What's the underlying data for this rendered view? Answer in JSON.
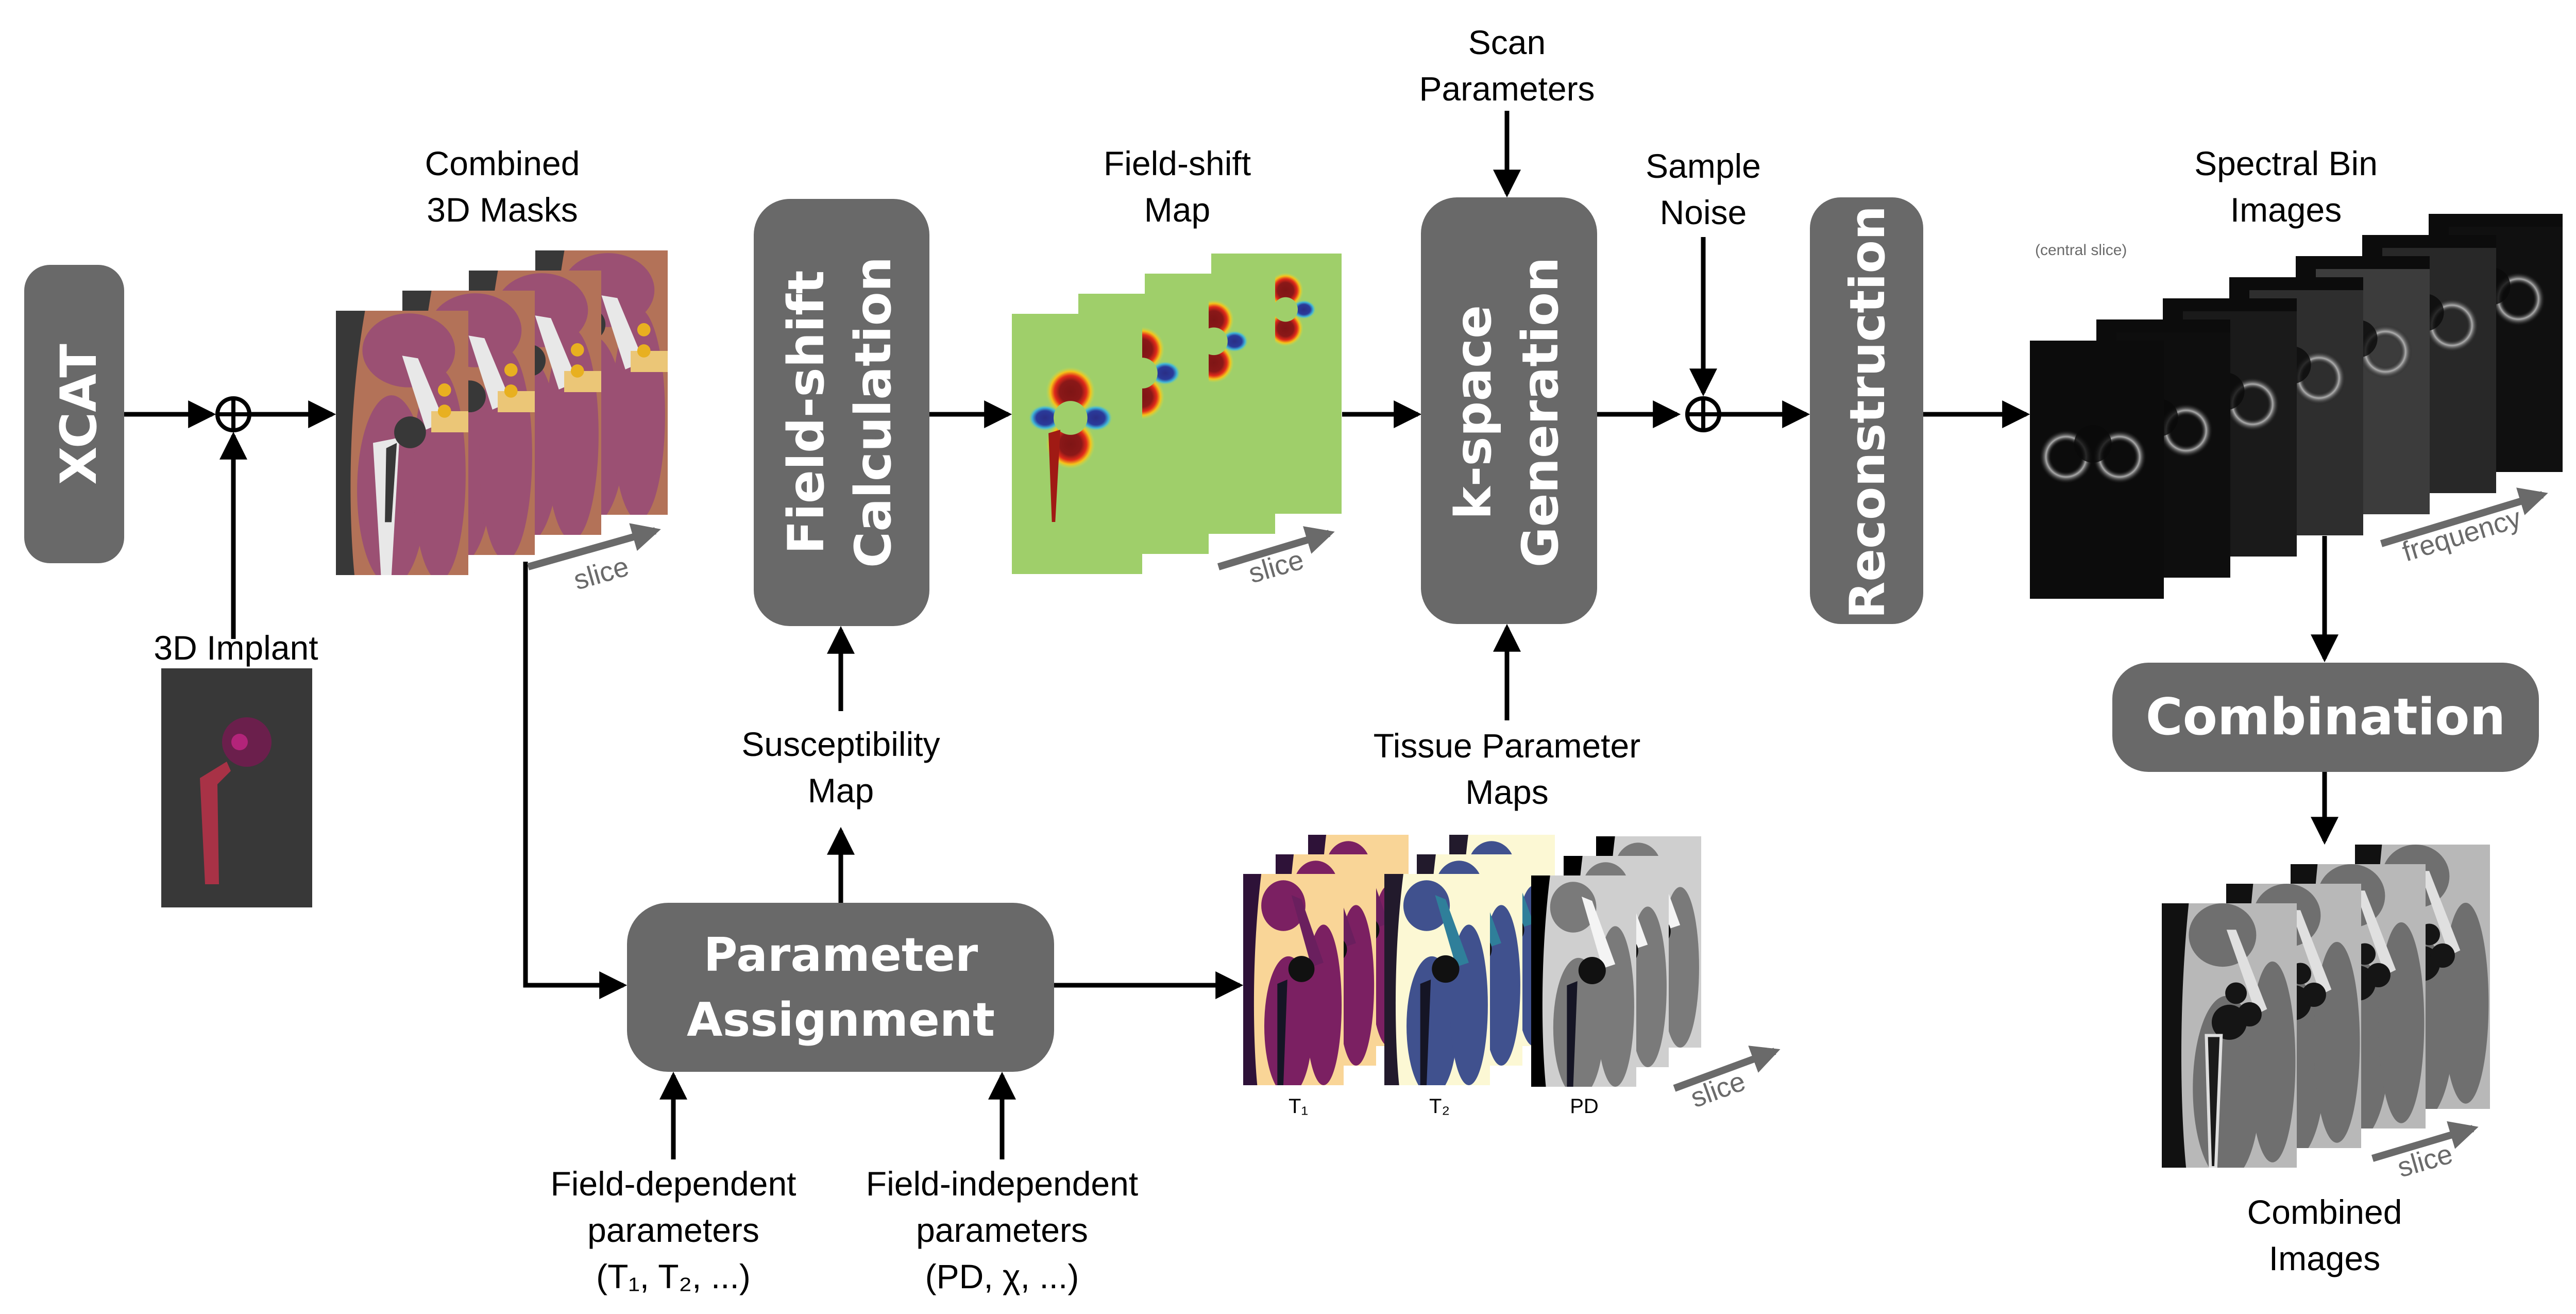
{
  "colors": {
    "box_fill": "#696969",
    "box_text": "#ffffff",
    "line": "#000000",
    "axis_arrow": "#6a6a6a",
    "mask_muscle": "#9b5073",
    "mask_fat": "#b37258",
    "mask_bone": "#e8e8e8",
    "mask_background": "#383838",
    "mask_vessel": "#e8b020",
    "fieldmap_background": "#9fcf6a",
    "fieldmap_positive": "#7e1515",
    "fieldmap_negative": "#2a2e86",
    "implant": "#a83246",
    "t1_fat": "#f9d597",
    "t1_muscle": "#7b2062",
    "t2_muscle": "#40518e",
    "t2_fat": "#fcf8d4",
    "pd_muscle": "#7a7a7a",
    "pd_fat": "#cfcfcf"
  },
  "blocks": {
    "xcat": "XCAT",
    "field_shift_line1": "Field-shift",
    "field_shift_line2": "Calculation",
    "kspace_line1": "k-space",
    "kspace_line2": "Generation",
    "reconstruction": "Reconstruction",
    "parameter_line1": "Parameter",
    "parameter_line2": "Assignment",
    "combination": "Combination"
  },
  "labels": {
    "combined_masks_line1": "Combined",
    "combined_masks_line2": "3D Masks",
    "implant": "3D Implant",
    "field_shift_map_line1": "Field-shift",
    "field_shift_map_line2": "Map",
    "scan_params_line1": "Scan",
    "scan_params_line2": "Parameters",
    "sample_noise_line1": "Sample",
    "sample_noise_line2": "Noise",
    "spectral_line1": "Spectral Bin",
    "spectral_line2": "Images",
    "central_slice": "(central slice)",
    "susceptibility_line1": "Susceptibility",
    "susceptibility_line2": "Map",
    "tissue_line1": "Tissue Parameter",
    "tissue_line2": "Maps",
    "field_dep_line1": "Field-dependent",
    "field_dep_line2": "parameters",
    "field_dep_line3": "(T₁, T₂, ...)",
    "field_indep_line1": "Field-independent",
    "field_indep_line2": "parameters",
    "field_indep_line3": "(PD, χ, ...)",
    "combined_images_line1": "Combined",
    "combined_images_line2": "Images",
    "map_t1": "T₁",
    "map_t2": "T₂",
    "map_pd": "PD"
  },
  "axis_labels": {
    "masks_axis": "slice",
    "fieldmap_axis": "slice",
    "spectral_axis": "frequency",
    "tissue_axis": "slice",
    "combined_axis": "slice"
  },
  "stacks": {
    "combined_masks_count": 4,
    "field_shift_map_count": 4,
    "spectral_bin_count": 7,
    "tissue_map_groups": [
      "T1",
      "T2",
      "PD"
    ],
    "tissue_slices_per_group": 3,
    "combined_images_count": 4
  },
  "icons": {
    "sum_junction": "circle-plus-icon",
    "axis_arrow": "arrow-icon"
  }
}
